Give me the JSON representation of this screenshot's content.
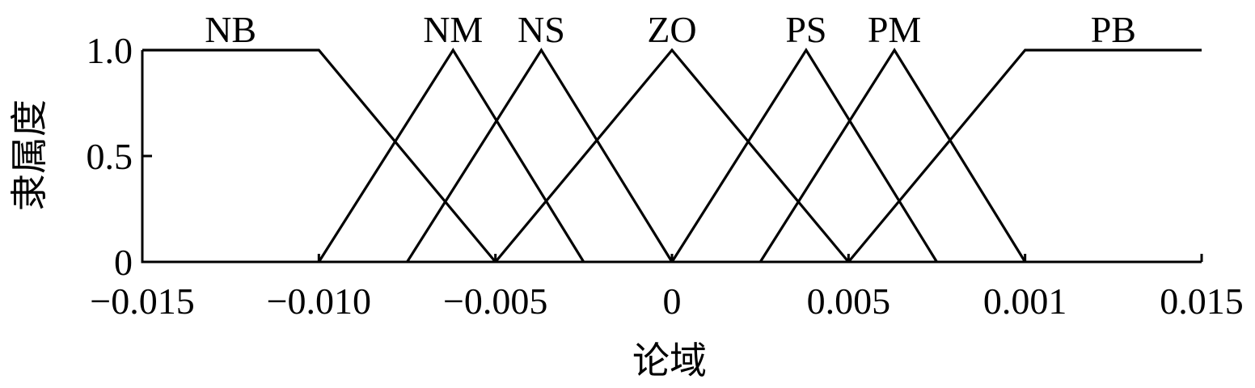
{
  "chart_data": {
    "type": "line",
    "title": "",
    "xlabel": "论域",
    "ylabel": "隶属度",
    "xlim": [
      -0.015,
      0.015
    ],
    "ylim": [
      0,
      1
    ],
    "grid": false,
    "x_ticks": [
      {
        "value": -0.015,
        "label": "−0.015"
      },
      {
        "value": -0.01,
        "label": "−0.010"
      },
      {
        "value": -0.005,
        "label": "−0.005"
      },
      {
        "value": 0,
        "label": "0"
      },
      {
        "value": 0.005,
        "label": "0.005"
      },
      {
        "value": 0.01,
        "label": "0.001"
      },
      {
        "value": 0.015,
        "label": "0.015"
      }
    ],
    "y_ticks": [
      {
        "value": 0,
        "label": "0"
      },
      {
        "value": 0.5,
        "label": "0.5"
      },
      {
        "value": 1,
        "label": "1.0"
      }
    ],
    "series": [
      {
        "name": "NB",
        "x": [
          -0.015,
          -0.01,
          -0.005
        ],
        "y": [
          1,
          1,
          0
        ]
      },
      {
        "name": "NM",
        "x": [
          -0.01,
          -0.0062,
          -0.0025
        ],
        "y": [
          0,
          1,
          0
        ]
      },
      {
        "name": "NS",
        "x": [
          -0.0075,
          -0.0037,
          0
        ],
        "y": [
          0,
          1,
          0
        ]
      },
      {
        "name": "ZO",
        "x": [
          -0.005,
          0,
          0.005
        ],
        "y": [
          0,
          1,
          0
        ]
      },
      {
        "name": "PS",
        "x": [
          0,
          0.0038,
          0.0075
        ],
        "y": [
          0,
          1,
          0
        ]
      },
      {
        "name": "PM",
        "x": [
          0.0025,
          0.0063,
          0.01
        ],
        "y": [
          0,
          1,
          0
        ]
      },
      {
        "name": "PB",
        "x": [
          0.005,
          0.01,
          0.015
        ],
        "y": [
          0,
          1,
          1
        ]
      }
    ]
  }
}
